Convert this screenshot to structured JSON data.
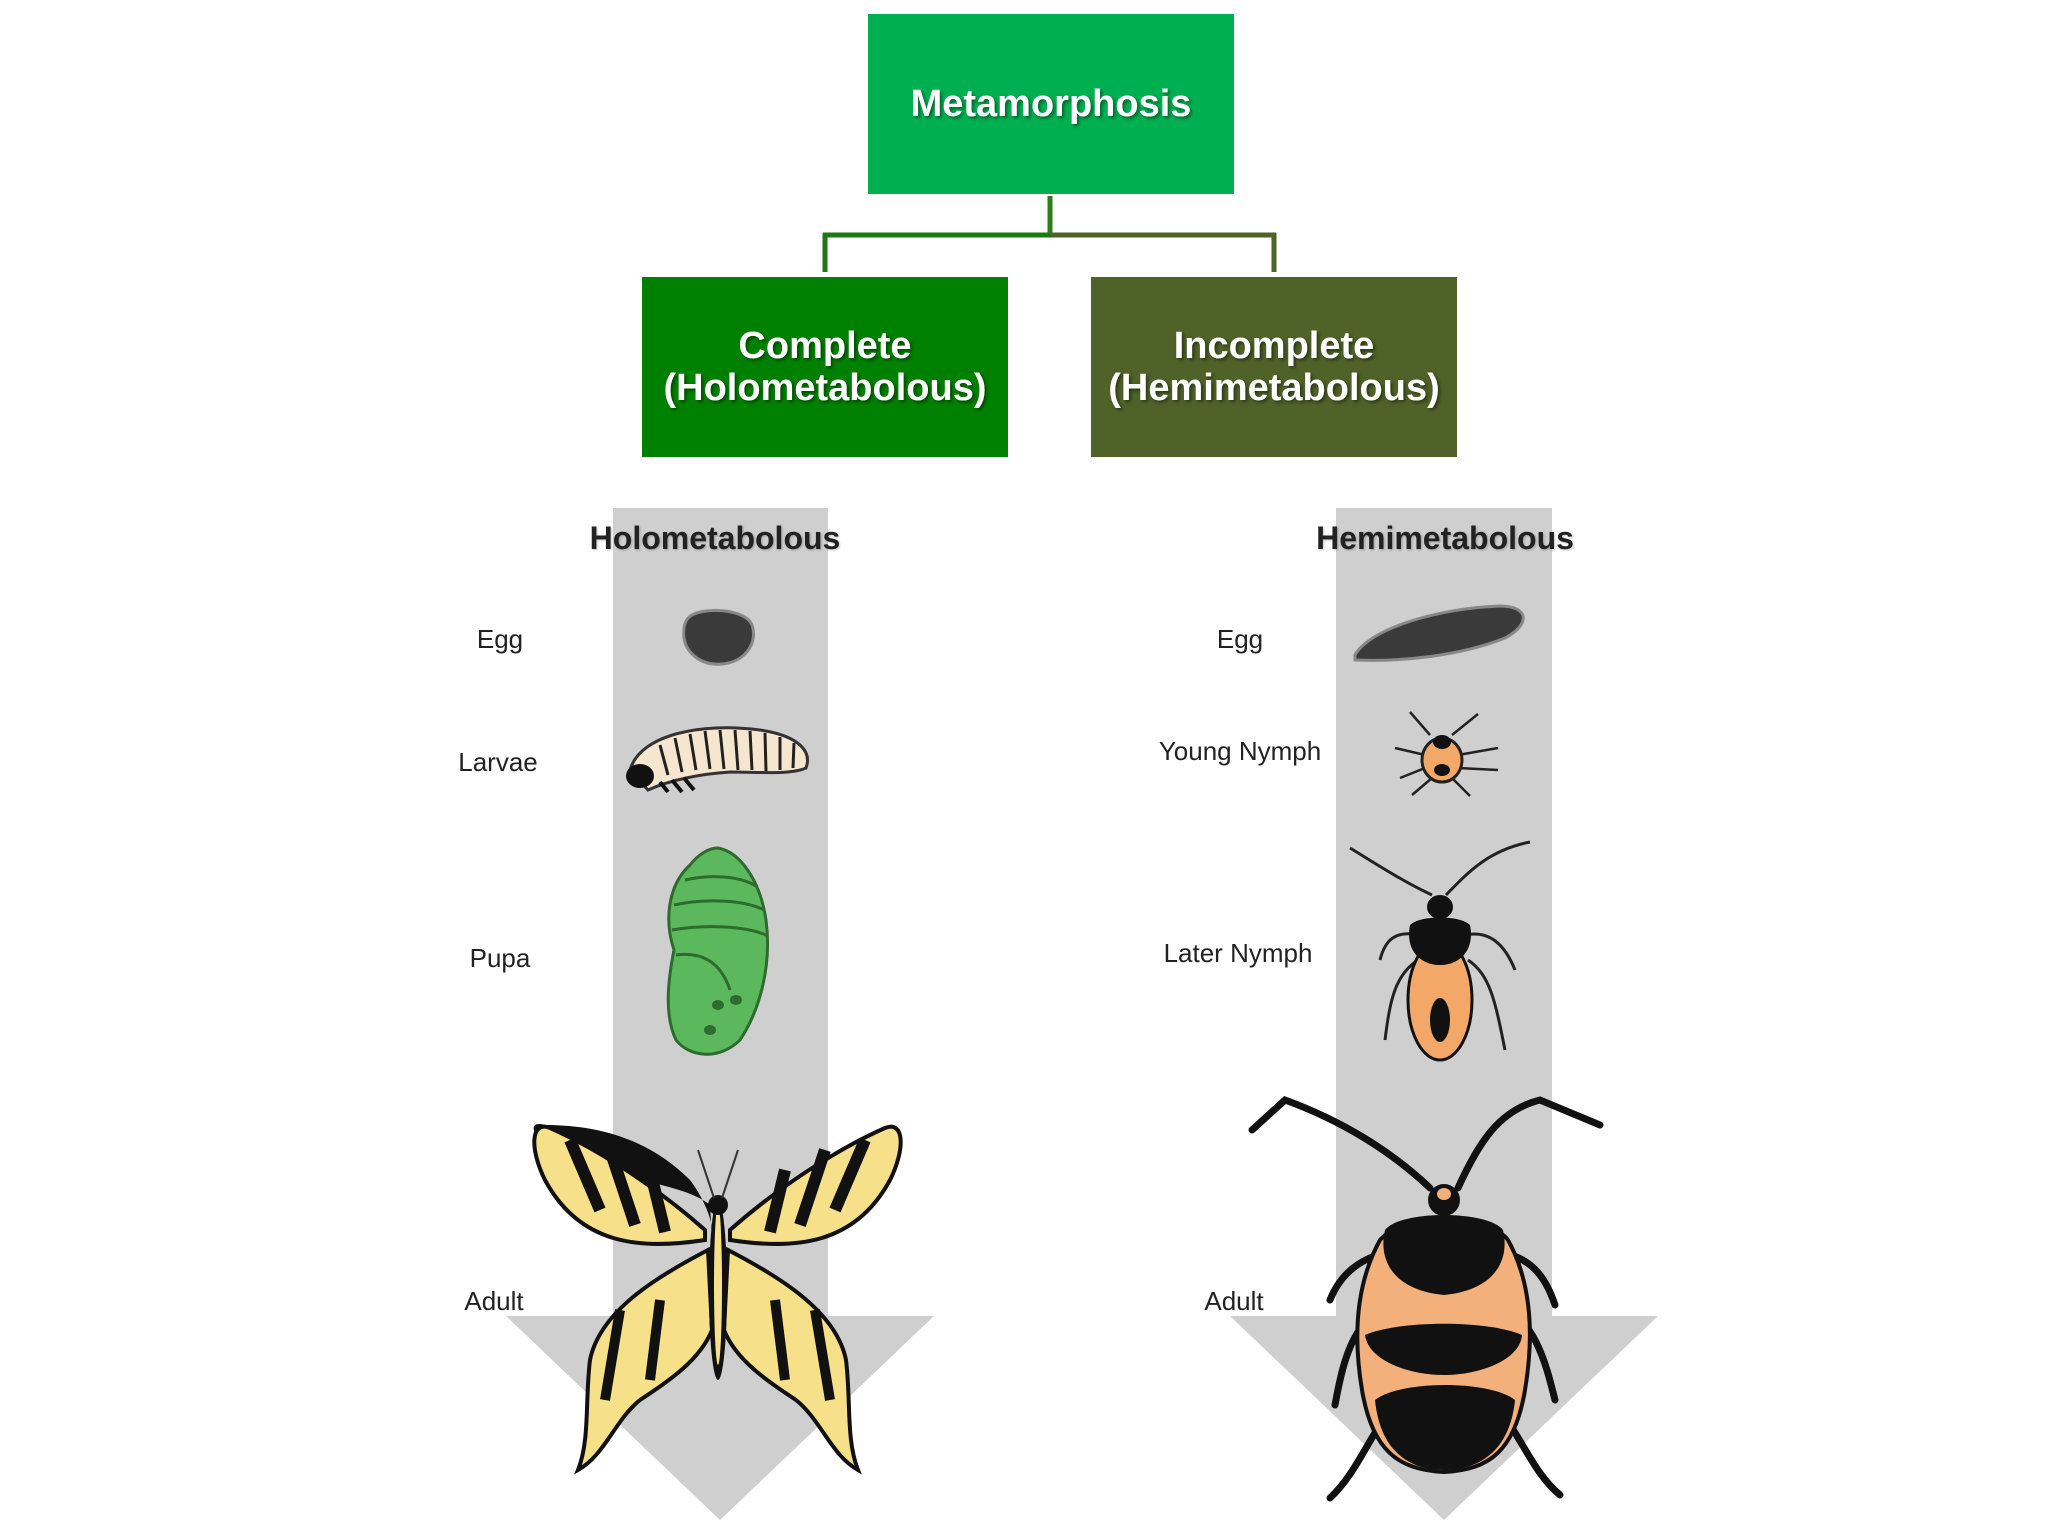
{
  "root": {
    "label": "Metamorphosis"
  },
  "branches": [
    {
      "line1": "Complete",
      "line2": "(Holometabolous)"
    },
    {
      "line1": "Incomplete",
      "line2": "(Hemimetabolous)"
    }
  ],
  "columns": [
    {
      "title": "Holometabolous",
      "stages": [
        "Egg",
        "Larvae",
        "Pupa",
        "Adult"
      ]
    },
    {
      "title": "Hemimetabolous",
      "stages": [
        "Egg",
        "Young Nymph",
        "Later Nymph",
        "Adult"
      ]
    }
  ],
  "colors": {
    "root": "#00b050",
    "complete": "#008000",
    "incomplete": "#4f6228",
    "arrow": "#cfcfcf"
  }
}
